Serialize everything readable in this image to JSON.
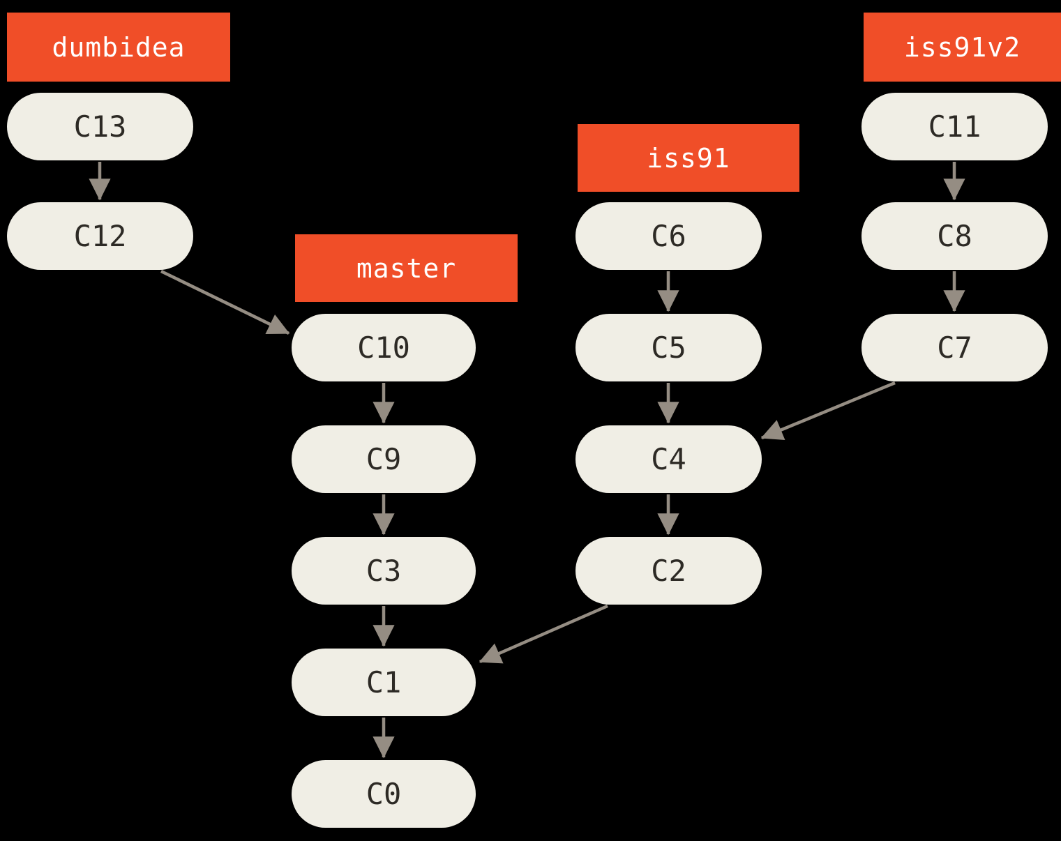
{
  "diagram": {
    "type": "git-commit-graph",
    "background": "black"
  },
  "colors": {
    "background": "#000000",
    "branch-box": "#f04e28",
    "branch-text": "#ffffff",
    "node-fill": "#f0eee5",
    "node-text": "#2d2a25",
    "arrow": "#958d83"
  },
  "branches": [
    {
      "label": "dumbidea",
      "head": "C13"
    },
    {
      "label": "master",
      "head": "C10"
    },
    {
      "label": "iss91",
      "head": "C6"
    },
    {
      "label": "iss91v2",
      "head": "C11"
    }
  ],
  "commits": [
    {
      "label": "C13"
    },
    {
      "label": "C12"
    },
    {
      "label": "C10"
    },
    {
      "label": "C9"
    },
    {
      "label": "C3"
    },
    {
      "label": "C1"
    },
    {
      "label": "C0"
    },
    {
      "label": "C6"
    },
    {
      "label": "C5"
    },
    {
      "label": "C4"
    },
    {
      "label": "C2"
    },
    {
      "label": "C11"
    },
    {
      "label": "C8"
    },
    {
      "label": "C7"
    }
  ],
  "edges": [
    {
      "from": "C13",
      "to": "C12"
    },
    {
      "from": "C12",
      "to": "C10"
    },
    {
      "from": "C10",
      "to": "C9"
    },
    {
      "from": "C9",
      "to": "C3"
    },
    {
      "from": "C3",
      "to": "C1"
    },
    {
      "from": "C1",
      "to": "C0"
    },
    {
      "from": "C6",
      "to": "C5"
    },
    {
      "from": "C5",
      "to": "C4"
    },
    {
      "from": "C4",
      "to": "C2"
    },
    {
      "from": "C11",
      "to": "C8"
    },
    {
      "from": "C8",
      "to": "C7"
    },
    {
      "from": "C7",
      "to": "C4"
    },
    {
      "from": "C2",
      "to": "C1"
    }
  ]
}
